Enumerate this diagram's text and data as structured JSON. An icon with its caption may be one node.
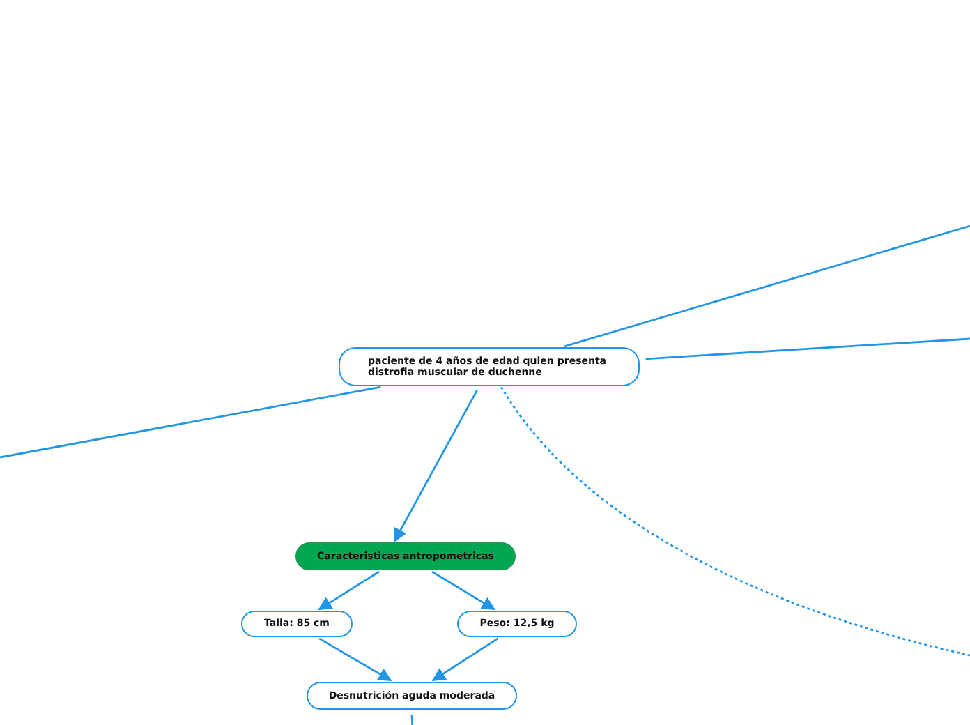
{
  "diagram": {
    "nodes": [
      {
        "text": [
          "paciente de 4 años de edad quien presenta distrofia muscular de duchenne"
        ]
      },
      {
        "text": [
          "Caracteristicas antropometricas"
        ]
      },
      {
        "text": [
          "Talla: 85 cm"
        ]
      },
      {
        "text": [
          "Peso: 12,5 kg"
        ]
      },
      {
        "text": [
          "Desnutrición aguda moderada"
        ]
      }
    ],
    "edges": [
      {
        "from": 0,
        "to": 1,
        "arrow": "to"
      },
      {
        "from": 1,
        "to": 2,
        "arrow": "to"
      },
      {
        "from": 1,
        "to": 3,
        "arrow": "to"
      },
      {
        "from": 2,
        "to": 4,
        "arrow": "to"
      },
      {
        "from": 3,
        "to": 4,
        "arrow": "to"
      },
      {
        "from": 0,
        "to": null,
        "arrow": "none"
      },
      {
        "from": 0,
        "to": null,
        "arrow": "none"
      },
      {
        "from": 0,
        "to": null,
        "arrow": "none"
      },
      {
        "from": 0,
        "to": null,
        "arrow": "none",
        "style": "dashed"
      },
      {
        "from": 4,
        "to": null,
        "arrow": "none"
      }
    ]
  }
}
